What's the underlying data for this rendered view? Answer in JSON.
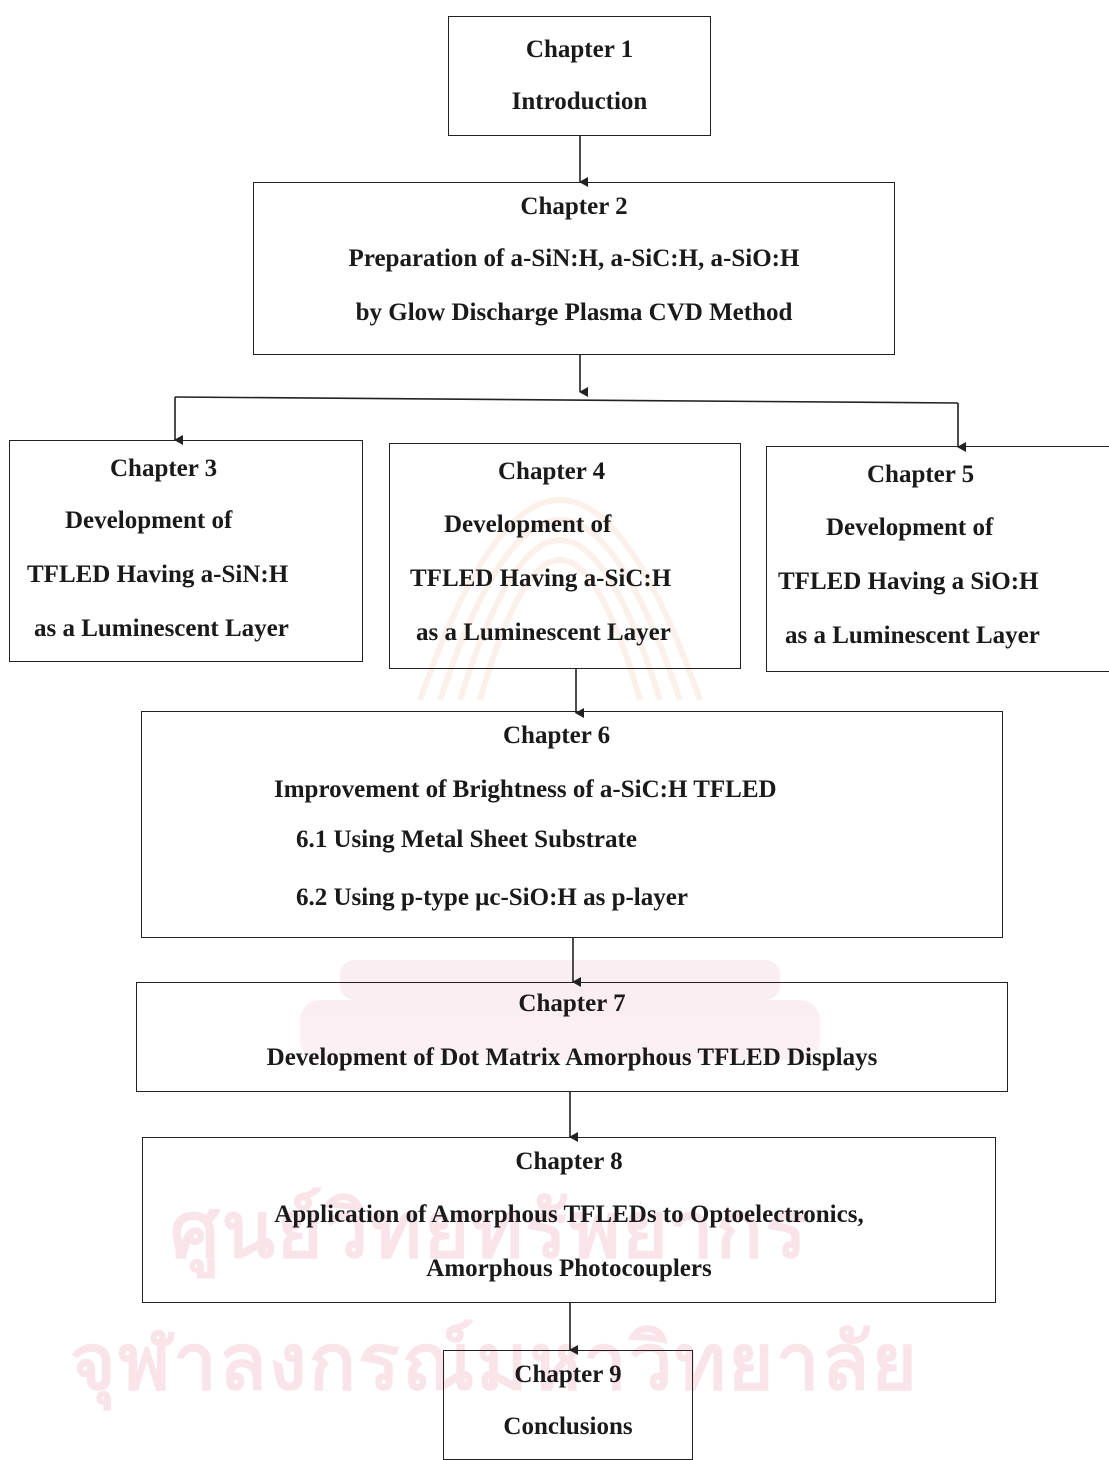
{
  "boxes": [
    {
      "id": "ch1",
      "lines": [
        "Chapter 1",
        "Introduction"
      ]
    },
    {
      "id": "ch2",
      "lines": [
        "Chapter 2",
        "Preparation of a-SiN:H, a-SiC:H, a-SiO:H",
        "by Glow Discharge Plasma CVD Method"
      ]
    },
    {
      "id": "ch3",
      "lines": [
        "Chapter 3",
        "Development of",
        "TFLED Having a-SiN:H",
        "as a  Luminescent Layer"
      ]
    },
    {
      "id": "ch4",
      "lines": [
        "Chapter 4",
        "Development of",
        "TFLED Having a-SiC:H",
        "as a  Luminescent Layer"
      ]
    },
    {
      "id": "ch5",
      "lines": [
        "Chapter 5",
        "Development of",
        "TFLED Having a SiO:H",
        "as a Luminescent Layer"
      ]
    },
    {
      "id": "ch6",
      "lines": [
        "Chapter 6",
        "Improvement of Brightness of a-SiC:H TFLED",
        "6.1  Using Metal Sheet Substrate",
        "6.2  Using p-type μc-SiO:H as p-layer"
      ]
    },
    {
      "id": "ch7",
      "lines": [
        "Chapter 7",
        "Development of Dot Matrix Amorphous TFLED Displays"
      ]
    },
    {
      "id": "ch8",
      "lines": [
        "Chapter 8",
        "Application of Amorphous TFLEDs to Optoelectronics,",
        "Amorphous Photocouplers"
      ]
    },
    {
      "id": "ch9",
      "lines": [
        "Chapter 9",
        "Conclusions"
      ]
    }
  ],
  "watermark": {
    "line1": "ศูนย์วิทยทรัพยากร",
    "line2": "จุฬาลงกรณ์มหาวิทยาลัย"
  }
}
